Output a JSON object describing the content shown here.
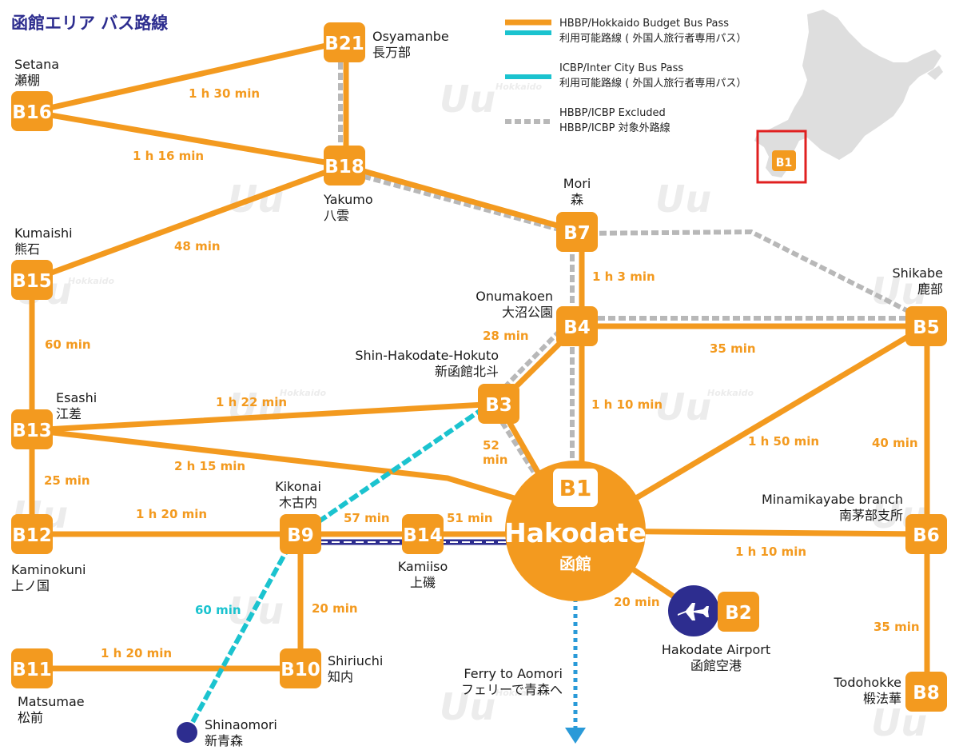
{
  "title": "函館エリア バス路線",
  "colors": {
    "hbbp_route": "#f39a1f",
    "icbp_route": "#1bc3cf",
    "excluded_route": "#b8b8b8",
    "ferry": "#2a9ad8",
    "hub": "#f39a1f",
    "terminal_dot": "#2d2d8f",
    "highlight_box": "#e02020"
  },
  "legend": {
    "hbbp_line1": "HBBP/Hokkaido Budget Bus Pass",
    "hbbp_line2": "利用可能路線 ( 外国人旅行者専用パス）",
    "icbp_line1": "ICBP/Inter City Bus Pass",
    "icbp_line2": "利用可能路線 ( 外国人旅行者専用パス）",
    "excluded_line1": "HBBP/ICBP Excluded",
    "excluded_line2": "HBBP/ICBP 対象外路線"
  },
  "inset": {
    "marker": "B1"
  },
  "hub": {
    "code": "B1",
    "name_en": "Hakodate",
    "name_jp": "函館"
  },
  "stops": {
    "b21": {
      "code": "B21",
      "name_en": "Osyamanbe",
      "name_jp": "長万部"
    },
    "b16": {
      "code": "B16",
      "name_en": "Setana",
      "name_jp": "瀬棚"
    },
    "b18": {
      "code": "B18",
      "name_en": "Yakumo",
      "name_jp": "八雲"
    },
    "b7": {
      "code": "B7",
      "name_en": "Mori",
      "name_jp": "森"
    },
    "b15": {
      "code": "B15",
      "name_en": "Kumaishi",
      "name_jp": "熊石"
    },
    "b4": {
      "code": "B4",
      "name_en": "Onumakoen",
      "name_jp": "大沼公園"
    },
    "b5": {
      "code": "B5",
      "name_en": "Shikabe",
      "name_jp": "鹿部"
    },
    "b3": {
      "code": "B3",
      "name_en": "Shin-Hakodate-Hokuto",
      "name_jp": "新函館北斗"
    },
    "b13": {
      "code": "B13",
      "name_en": "Esashi",
      "name_jp": "江差"
    },
    "b12": {
      "code": "B12",
      "name_en": "Kaminokuni",
      "name_jp": "上ノ国"
    },
    "b9": {
      "code": "B9",
      "name_en": "Kikonai",
      "name_jp": "木古内"
    },
    "b14": {
      "code": "B14",
      "name_en": "Kamiiso",
      "name_jp": "上磯"
    },
    "b6": {
      "code": "B6",
      "name_en": "Minamikayabe branch",
      "name_jp": "南茅部支所"
    },
    "b2": {
      "code": "B2",
      "name_en": "Hakodate Airport",
      "name_jp": "函館空港"
    },
    "b10": {
      "code": "B10",
      "name_en": "Shiriuchi",
      "name_jp": "知内"
    },
    "b11": {
      "code": "B11",
      "name_en": "Matsumae",
      "name_jp": "松前"
    },
    "b8": {
      "code": "B8",
      "name_en": "Todohokke",
      "name_jp": "椴法華"
    }
  },
  "shinaomori": {
    "name_en": "Shinaomori",
    "name_jp": "新青森"
  },
  "ferry": {
    "label_en": "Ferry to Aomori",
    "label_jp": "フェリーで青森へ"
  },
  "durations": {
    "b16_b21": "1 h 30 min",
    "b16_b18": "1 h 16 min",
    "b15_b18": "48 min",
    "b15_b13": "60 min",
    "b7_b4": "1 h 3 min",
    "b3_b4": "28 min",
    "b4_b5": "35 min",
    "b13_b3": "1 h 22 min",
    "b4_b1": "1 h 10 min",
    "b3_b1_a": "52",
    "b3_b1_b": "min",
    "b13_b1": "2 h 15 min",
    "b13_b12": "25 min",
    "b5_b1": "1 h 50 min",
    "b5_b6": "40 min",
    "b12_b9": "1 h 20 min",
    "b9_b14": "57 min",
    "b14_b1": "51 min",
    "b1_b6": "1 h 10 min",
    "b9_shinaomori": "60 min",
    "b9_b10": "20 min",
    "b1_b2": "20 min",
    "b6_b8": "35 min",
    "b11_b10": "1 h 20 min"
  },
  "watermark": {
    "text": "Hokkaido"
  }
}
